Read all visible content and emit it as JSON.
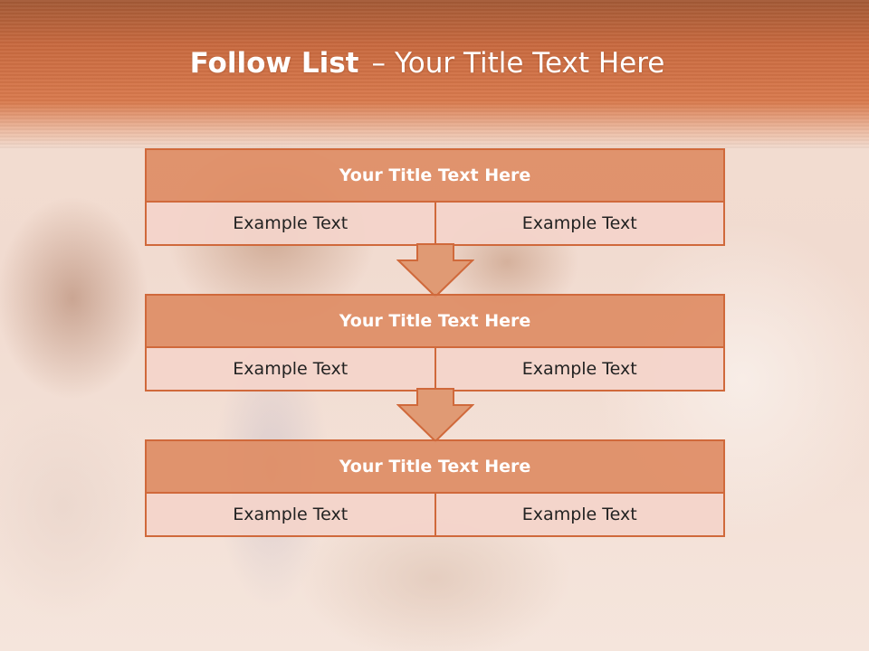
{
  "slide": {
    "title_bold": "Follow List",
    "title_separator": "–",
    "title_rest": "Your Title Text Here"
  },
  "blocks": [
    {
      "header": "Your Title Text Here",
      "cells": [
        "Example Text",
        "Example Text"
      ]
    },
    {
      "header": "Your Title Text Here",
      "cells": [
        "Example Text",
        "Example Text"
      ]
    },
    {
      "header": "Your Title Text Here",
      "cells": [
        "Example Text",
        "Example Text"
      ]
    }
  ],
  "colors": {
    "accent": "#d0693b",
    "header_fill": "#de8c64",
    "cell_fill": "#f3d4ca",
    "band_top": "#a35a36",
    "band_bottom": "#d97a4d"
  }
}
